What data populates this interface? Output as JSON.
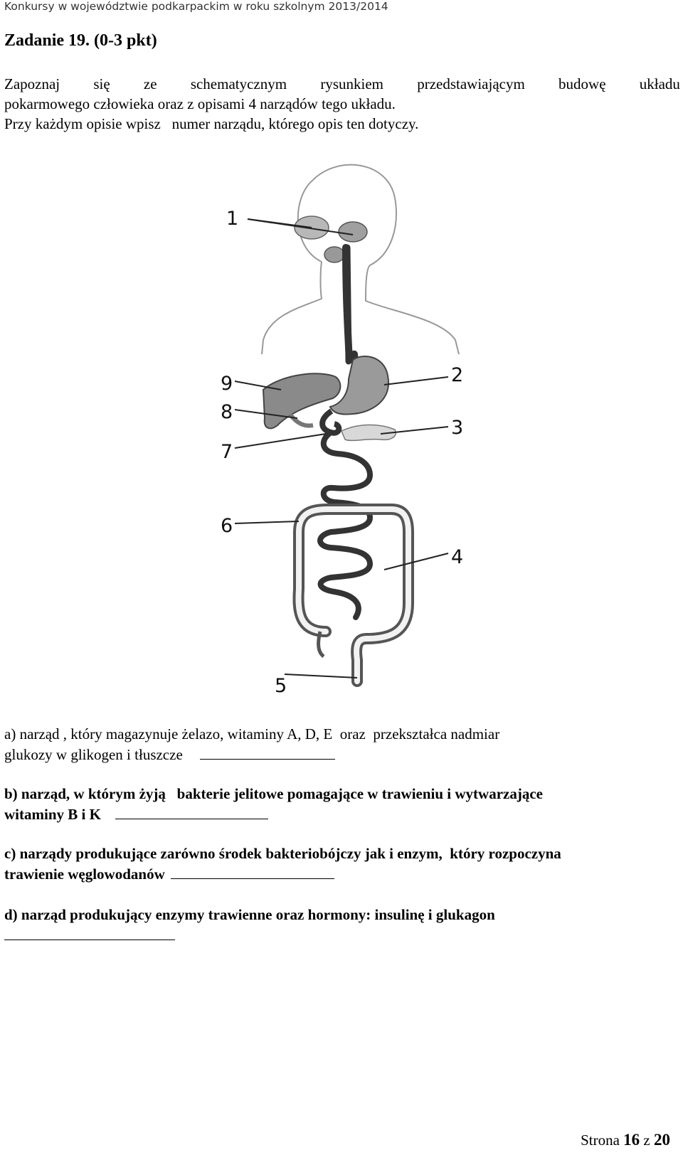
{
  "header": {
    "text": "Konkursy w województwie podkarpackim w roku szkolnym 2013/2014"
  },
  "task": {
    "title": "Zadanie 19. (0-3 pkt)",
    "intro_line1_words": [
      "Zapoznaj",
      "się",
      "ze",
      "schematycznym",
      "rysunkiem",
      "przedstawiającym",
      "budowę",
      "układu"
    ],
    "intro_line2": "pokarmowego człowieka oraz z opisami 4 narządów tego układu.",
    "intro_line3": "Przy każdym opisie wpisz   numer narządu, którego opis ten dotyczy."
  },
  "figure": {
    "labels": [
      "1",
      "2",
      "3",
      "4",
      "5",
      "6",
      "7",
      "8",
      "9"
    ]
  },
  "questions": {
    "a_line1": "a) narząd , który magazynuje żelazo, witaminy A, D, E  oraz  przekształca nadmiar",
    "a_line2": "glukozy w glikogen i tłuszcze",
    "b_line1": "b) narząd, w którym żyją   bakterie jelitowe pomagające w trawieniu i wytwarzające",
    "b_line2": "witaminy B i K",
    "c_line1": "c) narządy produkujące zarówno środek bakteriobójczy jak i enzym,  który rozpoczyna",
    "c_line2": "trawienie węglowodanów",
    "d_line1": "d) narząd produkujący enzymy trawienne oraz hormony: insulinę i glukagon"
  },
  "footer": {
    "prefix": "Strona",
    "page": "16",
    "of": "z",
    "total": "20"
  }
}
